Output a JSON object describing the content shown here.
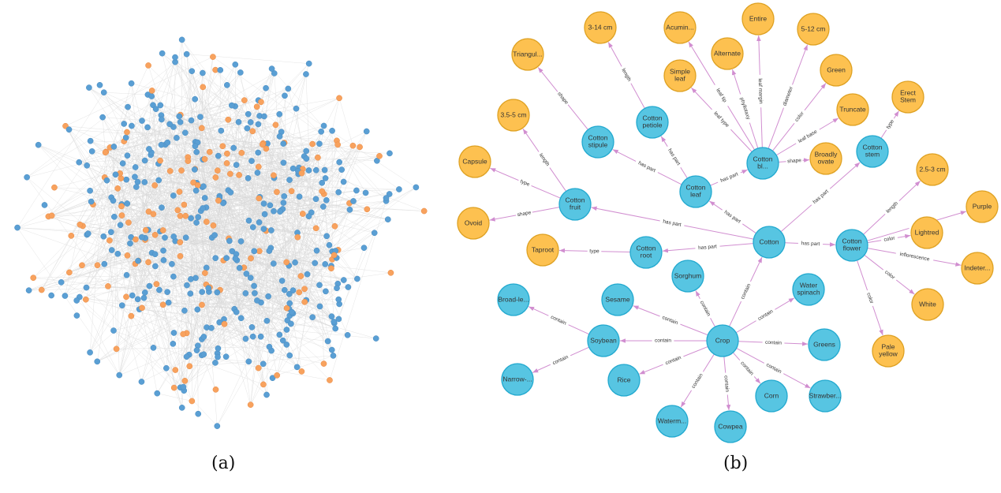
{
  "captions": {
    "a": "(a)",
    "b": "(b)"
  },
  "colors": {
    "entity": "#57c5e2",
    "entity_stroke": "#22a9cf",
    "attribute": "#fdc150",
    "attribute_stroke": "#dea122",
    "edge": "#d18ed0",
    "overview_blue": "#5a9fd4",
    "overview_orange": "#f8a25e",
    "overview_edge": "#d9d9d9"
  },
  "overview_graph": {
    "node_count": 520,
    "orange_fraction": 0.3
  },
  "graph": {
    "nodes": [
      {
        "id": "cotton",
        "label": "Cotton",
        "type": "entity"
      },
      {
        "id": "flower",
        "label": "Cotton flower",
        "type": "entity"
      },
      {
        "id": "stem",
        "label": "Cotton stem",
        "type": "entity"
      },
      {
        "id": "blade",
        "label": "Cotton bl...",
        "type": "entity"
      },
      {
        "id": "leaf",
        "label": "Cotton leaf",
        "type": "entity"
      },
      {
        "id": "petiole",
        "label": "Cotton petiole",
        "type": "entity"
      },
      {
        "id": "stipule",
        "label": "Cotton stipule",
        "type": "entity"
      },
      {
        "id": "fruit",
        "label": "Cotton fruit",
        "type": "entity"
      },
      {
        "id": "root",
        "label": "Cotton root",
        "type": "entity"
      },
      {
        "id": "crop",
        "label": "Crop",
        "type": "entity"
      },
      {
        "id": "sorghum",
        "label": "Sorghum",
        "type": "entity"
      },
      {
        "id": "sesame",
        "label": "Sesame",
        "type": "entity"
      },
      {
        "id": "waterspinach",
        "label": "Water spinach",
        "type": "entity"
      },
      {
        "id": "soybean",
        "label": "Soybean",
        "type": "entity"
      },
      {
        "id": "broadle",
        "label": "Broad-le...",
        "type": "entity"
      },
      {
        "id": "narrow",
        "label": "Narrow-...",
        "type": "entity"
      },
      {
        "id": "rice",
        "label": "Rice",
        "type": "entity"
      },
      {
        "id": "greens",
        "label": "Greens",
        "type": "entity"
      },
      {
        "id": "strawber",
        "label": "Strawber...",
        "type": "entity"
      },
      {
        "id": "corn",
        "label": "Corn",
        "type": "entity"
      },
      {
        "id": "cowpea",
        "label": "Cowpea",
        "type": "entity"
      },
      {
        "id": "waterm",
        "label": "Waterm...",
        "type": "entity"
      },
      {
        "id": "l314",
        "label": "3-14 cm",
        "type": "attribute"
      },
      {
        "id": "triangul",
        "label": "Triangul...",
        "type": "attribute"
      },
      {
        "id": "l355",
        "label": "3.5-5 cm",
        "type": "attribute"
      },
      {
        "id": "capsule",
        "label": "Capsule",
        "type": "attribute"
      },
      {
        "id": "ovoid",
        "label": "Ovoid",
        "type": "attribute"
      },
      {
        "id": "taproot",
        "label": "Taproot",
        "type": "attribute"
      },
      {
        "id": "acumin",
        "label": "Acumin...",
        "type": "attribute"
      },
      {
        "id": "alternate",
        "label": "Alternate",
        "type": "attribute"
      },
      {
        "id": "simpleleaf",
        "label": "Simple leaf",
        "type": "attribute"
      },
      {
        "id": "entire",
        "label": "Entire",
        "type": "attribute"
      },
      {
        "id": "d512",
        "label": "5-12 cm",
        "type": "attribute"
      },
      {
        "id": "green",
        "label": "Green",
        "type": "attribute"
      },
      {
        "id": "truncate",
        "label": "Truncate",
        "type": "attribute"
      },
      {
        "id": "broadlyovate",
        "label": "Broadly ovate",
        "type": "attribute"
      },
      {
        "id": "erectstem",
        "label": "Erect Stem",
        "type": "attribute"
      },
      {
        "id": "l253",
        "label": "2.5-3 cm",
        "type": "attribute"
      },
      {
        "id": "purple",
        "label": "Purple",
        "type": "attribute"
      },
      {
        "id": "lightred",
        "label": "Lightred",
        "type": "attribute"
      },
      {
        "id": "indeter",
        "label": "Indeter...",
        "type": "attribute"
      },
      {
        "id": "white",
        "label": "White",
        "type": "attribute"
      },
      {
        "id": "paleyellow",
        "label": "Pale yellow",
        "type": "attribute"
      }
    ],
    "edges": [
      {
        "source": "cotton",
        "target": "fruit",
        "label": "has part"
      },
      {
        "source": "cotton",
        "target": "root",
        "label": "has part"
      },
      {
        "source": "cotton",
        "target": "leaf",
        "label": "has part"
      },
      {
        "source": "cotton",
        "target": "stem",
        "label": "has part"
      },
      {
        "source": "cotton",
        "target": "flower",
        "label": "has part"
      },
      {
        "source": "crop",
        "target": "cotton",
        "label": "contain"
      },
      {
        "source": "leaf",
        "target": "stipule",
        "label": "has part"
      },
      {
        "source": "leaf",
        "target": "petiole",
        "label": "has part"
      },
      {
        "source": "leaf",
        "target": "blade",
        "label": "has part"
      },
      {
        "source": "blade",
        "target": "simpleleaf",
        "label": "leaf type"
      },
      {
        "source": "blade",
        "target": "acumin",
        "label": "leaf tip"
      },
      {
        "source": "blade",
        "target": "alternate",
        "label": "phyllotaxy"
      },
      {
        "source": "blade",
        "target": "entire",
        "label": "leaf margin"
      },
      {
        "source": "blade",
        "target": "d512",
        "label": "diameter"
      },
      {
        "source": "blade",
        "target": "green",
        "label": "color"
      },
      {
        "source": "blade",
        "target": "truncate",
        "label": "leaf base"
      },
      {
        "source": "blade",
        "target": "broadlyovate",
        "label": "shape"
      },
      {
        "source": "stipule",
        "target": "triangul",
        "label": "shape"
      },
      {
        "source": "petiole",
        "target": "l314",
        "label": "length"
      },
      {
        "source": "fruit",
        "target": "l355",
        "label": "length"
      },
      {
        "source": "fruit",
        "target": "capsule",
        "label": "type"
      },
      {
        "source": "fruit",
        "target": "ovoid",
        "label": "shape"
      },
      {
        "source": "root",
        "target": "taproot",
        "label": "type"
      },
      {
        "source": "stem",
        "target": "erectstem",
        "label": "type"
      },
      {
        "source": "flower",
        "target": "l253",
        "label": "length"
      },
      {
        "source": "flower",
        "target": "purple",
        "label": "color"
      },
      {
        "source": "flower",
        "target": "lightred",
        "label": "color"
      },
      {
        "source": "flower",
        "target": "indeter",
        "label": "inflorescence"
      },
      {
        "source": "flower",
        "target": "white",
        "label": "color"
      },
      {
        "source": "flower",
        "target": "paleyellow",
        "label": "color"
      },
      {
        "source": "crop",
        "target": "sorghum",
        "label": "contain"
      },
      {
        "source": "crop",
        "target": "sesame",
        "label": "contain"
      },
      {
        "source": "crop",
        "target": "waterspinach",
        "label": "contain"
      },
      {
        "source": "crop",
        "target": "soybean",
        "label": "contain"
      },
      {
        "source": "crop",
        "target": "rice",
        "label": "contain"
      },
      {
        "source": "crop",
        "target": "greens",
        "label": "contain"
      },
      {
        "source": "crop",
        "target": "strawber",
        "label": "contain"
      },
      {
        "source": "crop",
        "target": "corn",
        "label": "contain"
      },
      {
        "source": "crop",
        "target": "cowpea",
        "label": "contain"
      },
      {
        "source": "crop",
        "target": "waterm",
        "label": "contain"
      },
      {
        "source": "soybean",
        "target": "broadle",
        "label": "contain"
      },
      {
        "source": "soybean",
        "target": "narrow",
        "label": "contain"
      }
    ]
  }
}
